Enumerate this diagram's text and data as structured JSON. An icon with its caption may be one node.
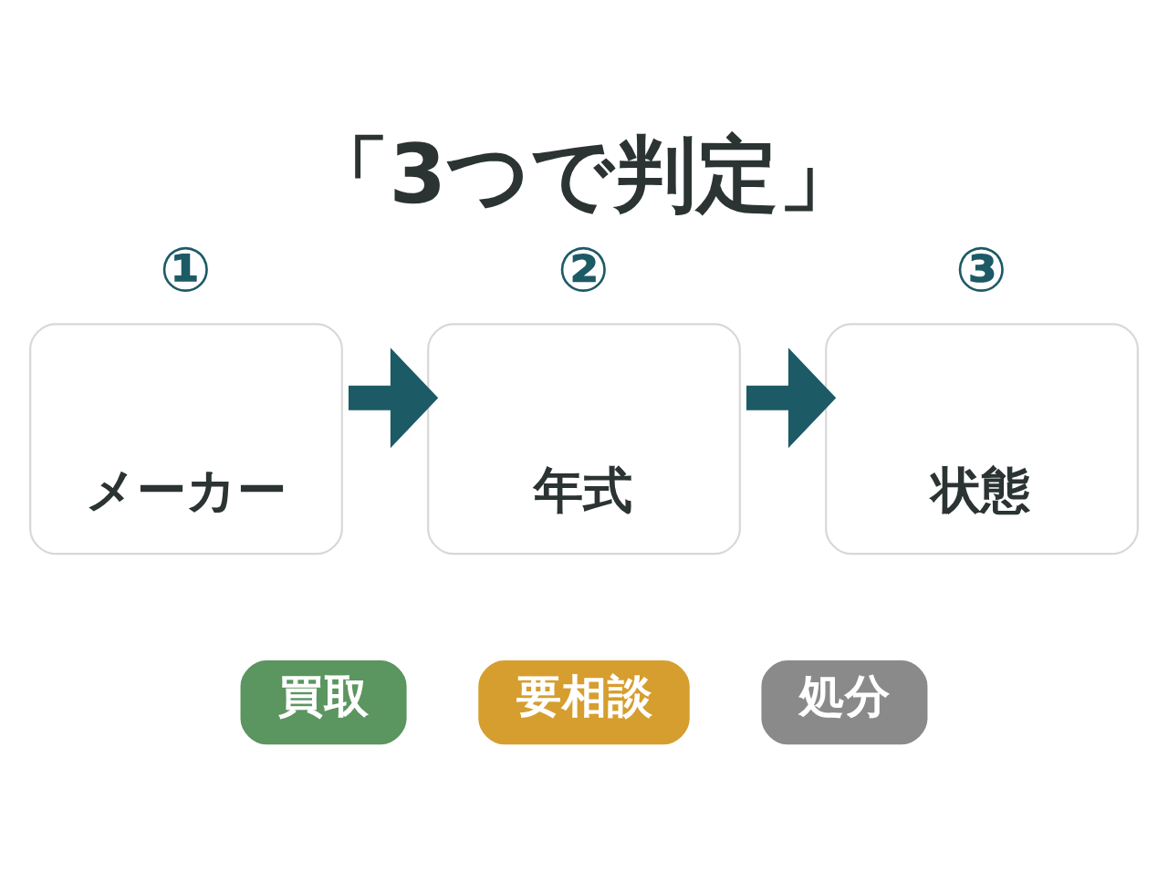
{
  "diagram": {
    "title": "「3つで判定」",
    "nodes": [
      {
        "text": [
          "①",
          "メーカー"
        ]
      },
      {
        "text": [
          "②",
          "年式"
        ]
      },
      {
        "text": [
          "③",
          "状態"
        ]
      },
      {
        "text": [
          "買取"
        ]
      },
      {
        "text": [
          "要相談"
        ]
      },
      {
        "text": [
          "処分"
        ]
      }
    ],
    "edges": [
      {
        "from": 0,
        "to": 1,
        "arrow": "to"
      },
      {
        "from": 1,
        "to": 2,
        "arrow": "to"
      }
    ]
  }
}
